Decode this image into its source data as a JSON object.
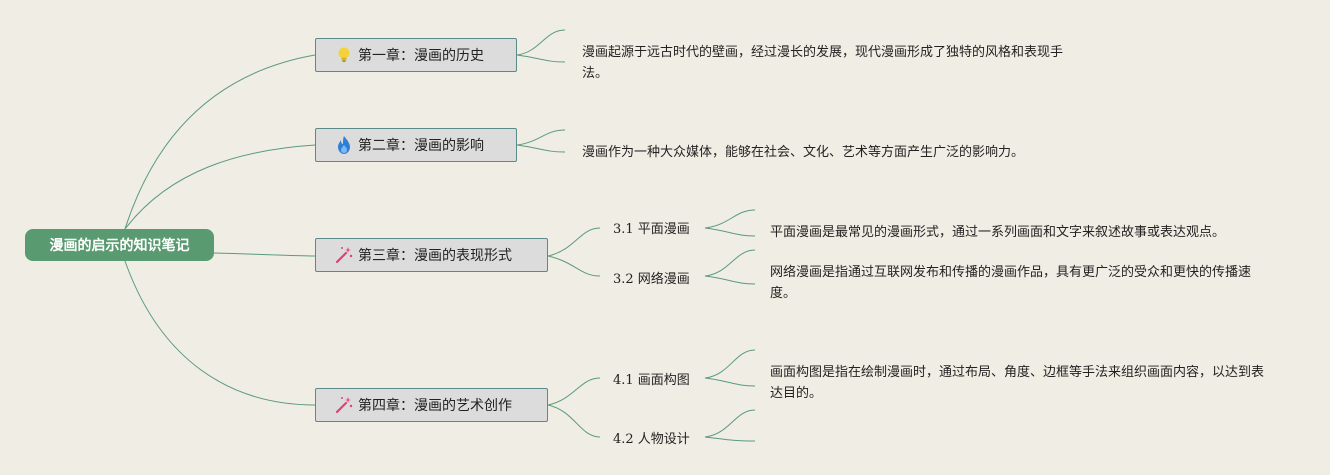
{
  "root": {
    "label": "漫画的启示的知识笔记"
  },
  "chapters": [
    {
      "label": "第一章：漫画的历史",
      "icon": "lightbulb-icon",
      "desc": "漫画起源于远古时代的壁画，经过漫长的发展，现代漫画形成了独特的风格和表现手法。"
    },
    {
      "label": "第二章：漫画的影响",
      "icon": "flame-icon",
      "desc": "漫画作为一种大众媒体，能够在社会、文化、艺术等方面产生广泛的影响力。"
    },
    {
      "label": "第三章：漫画的表现形式",
      "icon": "magic-wand-icon",
      "subs": [
        {
          "label": "3.1 平面漫画",
          "desc": "平面漫画是最常见的漫画形式，通过一系列画面和文字来叙述故事或表达观点。"
        },
        {
          "label": "3.2 网络漫画",
          "desc": "网络漫画是指通过互联网发布和传播的漫画作品，具有更广泛的受众和更快的传播速度。"
        }
      ]
    },
    {
      "label": "第四章：漫画的艺术创作",
      "icon": "magic-wand-icon",
      "subs": [
        {
          "label": "4.1 画面构图",
          "desc": "画面构图是指在绘制漫画时，通过布局、角度、边框等手法来组织画面内容，以达到表达目的。"
        },
        {
          "label": "4.2 人物设计",
          "desc": ""
        }
      ]
    }
  ],
  "colors": {
    "root_bg": "#5a9a70",
    "connector": "#5a9a80",
    "chapter_bg": "#dcdcdc",
    "chapter_border": "#5a8a8a",
    "background": "#f0ede4"
  }
}
